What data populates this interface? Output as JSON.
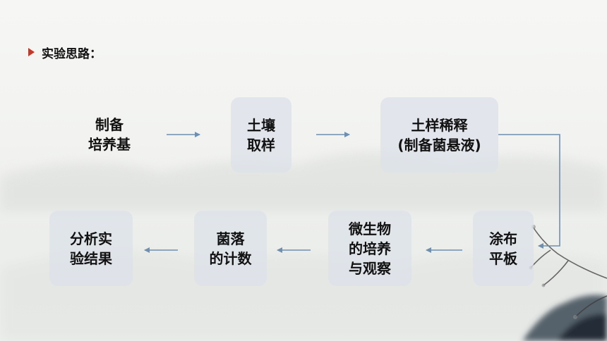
{
  "heading": {
    "text": "实验思路："
  },
  "steps": [
    {
      "id": "prepare-medium",
      "lines": [
        "制备",
        "培养基"
      ]
    },
    {
      "id": "soil-sampling",
      "lines": [
        "土壤",
        "取样"
      ]
    },
    {
      "id": "soil-dilution",
      "lines": [
        "土样稀释",
        "(制备菌悬液)"
      ]
    },
    {
      "id": "plate-spreading",
      "lines": [
        "涂布",
        "平板"
      ]
    },
    {
      "id": "culture-observe",
      "lines": [
        "微生物",
        "的培养",
        "与观察"
      ]
    },
    {
      "id": "colony-count",
      "lines": [
        "菌落",
        "的计数"
      ]
    },
    {
      "id": "analyze-results",
      "lines": [
        "分析实",
        "验结果"
      ]
    }
  ],
  "colors": {
    "arrow": "#6f8fb0",
    "heading_marker": "#c0392b",
    "box": "#dce2ea"
  }
}
